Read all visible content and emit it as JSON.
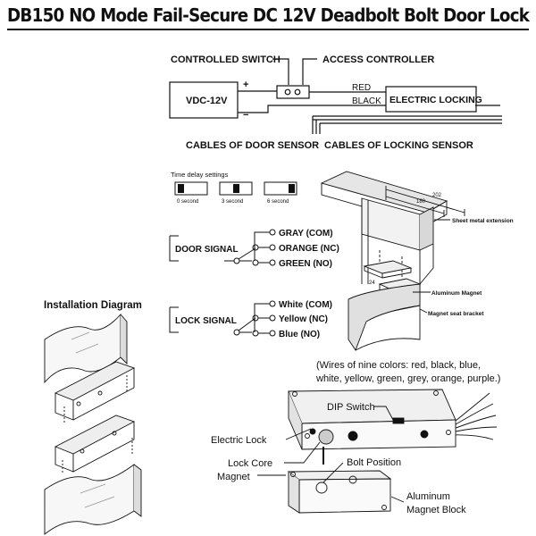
{
  "title": "DB150 NO Mode Fail-Secure DC 12V Deadbolt Bolt Door Lock",
  "wiring": {
    "controlled_switch": "CONTROLLED SWITCH",
    "access_controller": "ACCESS CONTROLLER",
    "power_supply": "VDC-12V",
    "plus": "+",
    "minus": "−",
    "red": "RED",
    "black": "BLACK",
    "electric_locking": "ELECTRIC LOCKING",
    "cables_door_sensor": "CABLES OF DOOR SENSOR",
    "cables_locking_sensor": "CABLES OF LOCKING SENSOR"
  },
  "time_delay": {
    "title": "Time delay settings",
    "options": [
      "0 second",
      "3 second",
      "6 second"
    ]
  },
  "door_signal": {
    "label": "DOOR SIGNAL",
    "wires": [
      "GRAY (COM)",
      "ORANGE (NC)",
      "GREEN (NO)"
    ]
  },
  "lock_signal": {
    "label": "LOCK SIGNAL",
    "wires": [
      "White (COM)",
      "Yellow (NC)",
      "Blue (NO)"
    ]
  },
  "mounting": {
    "dim_202": "202",
    "dim_180": "180",
    "dim_24": "24",
    "sheet_metal": "Sheet metal extension",
    "aluminum_magnet": "Aluminum Magnet",
    "magnet_seat": "Magnet seat bracket"
  },
  "installation": {
    "title": "Installation Diagram"
  },
  "lock_detail": {
    "wires_note_1": "(Wires of nine colors: red, black, blue,",
    "wires_note_2": "white, yellow, green, grey, orange, purple.)",
    "dip_switch": "DIP Switch",
    "electric_lock": "Electric Lock",
    "lock_core": "Lock Core",
    "bolt_position": "Bolt Position",
    "magnet": "Magnet",
    "aluminum_1": "Aluminum",
    "aluminum_2": "Magnet Block"
  }
}
